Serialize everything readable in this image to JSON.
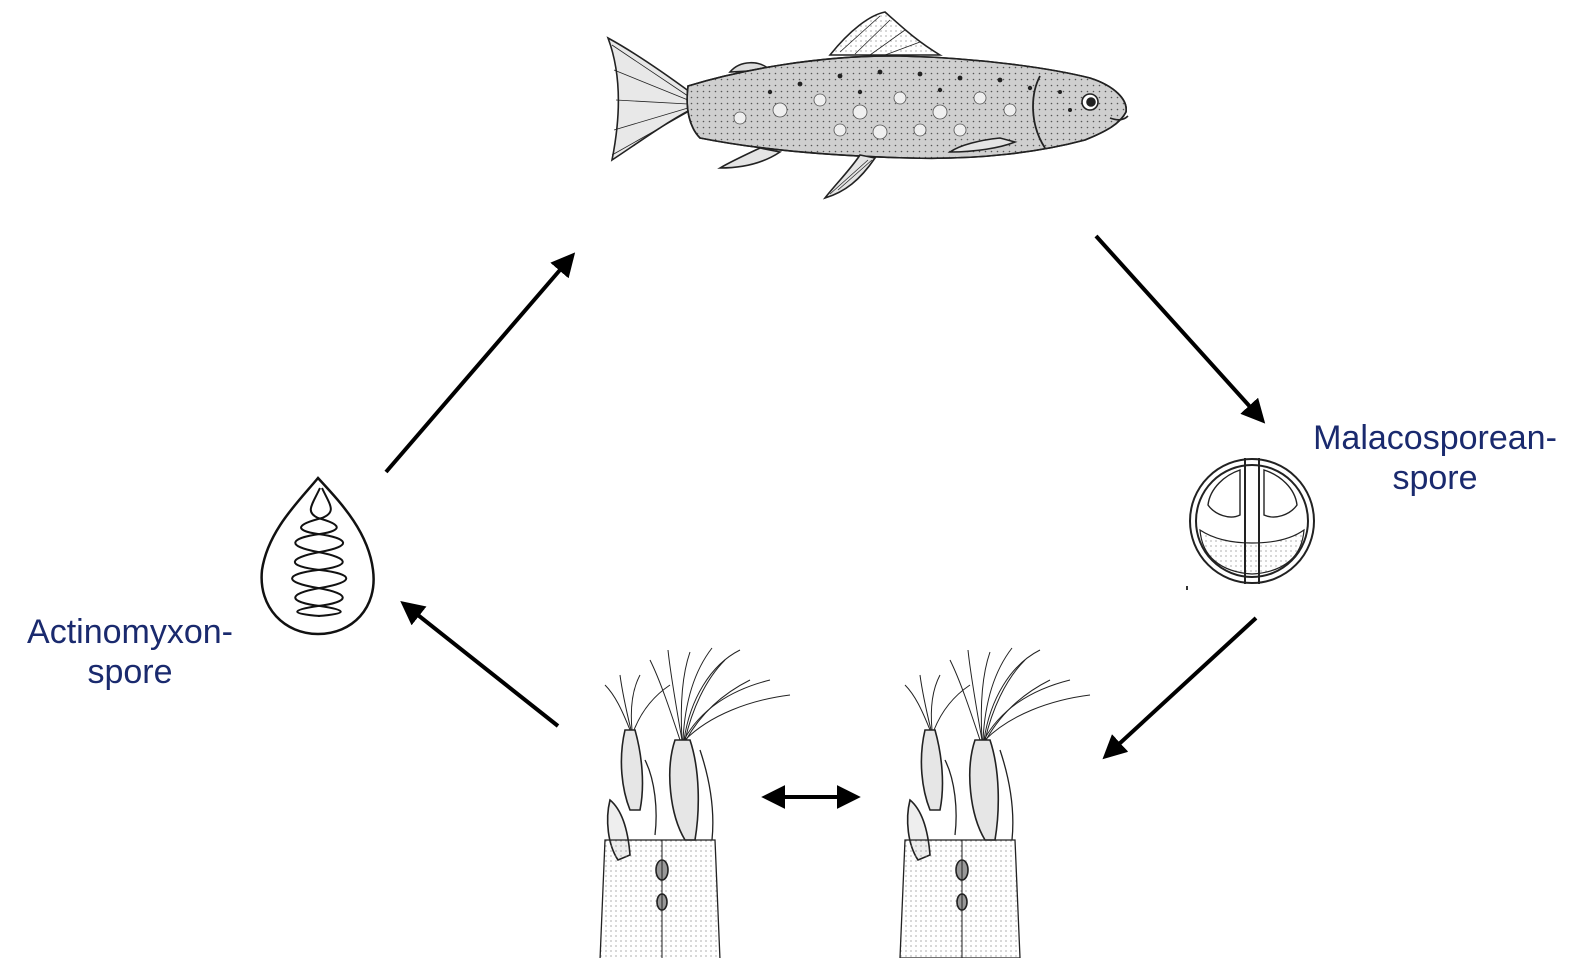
{
  "labels": {
    "malacosporean": {
      "line1": "Malacosporean-",
      "line2": "spore"
    },
    "actinomyxon": {
      "line1": "Actinomyxon-",
      "line2": "spore"
    }
  },
  "colors": {
    "label_text": "#1a2a6e",
    "line": "#111111",
    "arrow": "#000000"
  },
  "icons": [
    "fish-illustration",
    "malacosporean-spore-illustration",
    "actinomyxon-spore-illustration",
    "bryozoan-colony-illustration"
  ]
}
